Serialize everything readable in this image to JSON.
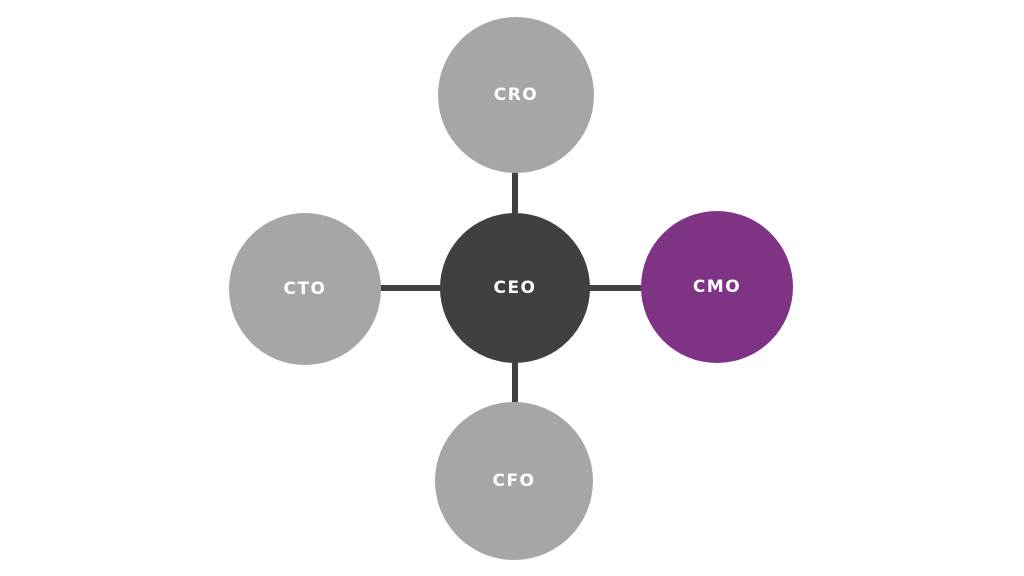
{
  "diagram": {
    "type": "hub-and-spoke-org-chart",
    "background_color": "#ffffff",
    "connector_color": "#404040",
    "label_text_color": "#ffffff",
    "nodes": {
      "center": {
        "id": "ceo",
        "label": "CEO",
        "color": "#404040",
        "text_color": "#ffffff",
        "position": "center"
      },
      "top": {
        "id": "cro",
        "label": "CRO",
        "color": "#a6a6a6",
        "text_color": "#ffffff",
        "position": "top"
      },
      "left": {
        "id": "cto",
        "label": "CTO",
        "color": "#a6a6a6",
        "text_color": "#ffffff",
        "position": "left"
      },
      "right": {
        "id": "cmo",
        "label": "CMO",
        "color": "#7e3385",
        "text_color": "#ffffff",
        "position": "right"
      },
      "bottom": {
        "id": "cfo",
        "label": "CFO",
        "color": "#a6a6a6",
        "text_color": "#ffffff",
        "position": "bottom"
      }
    },
    "connectors": [
      {
        "from": "ceo",
        "to": "cro"
      },
      {
        "from": "ceo",
        "to": "cto"
      },
      {
        "from": "ceo",
        "to": "cmo"
      },
      {
        "from": "ceo",
        "to": "cfo"
      }
    ]
  }
}
